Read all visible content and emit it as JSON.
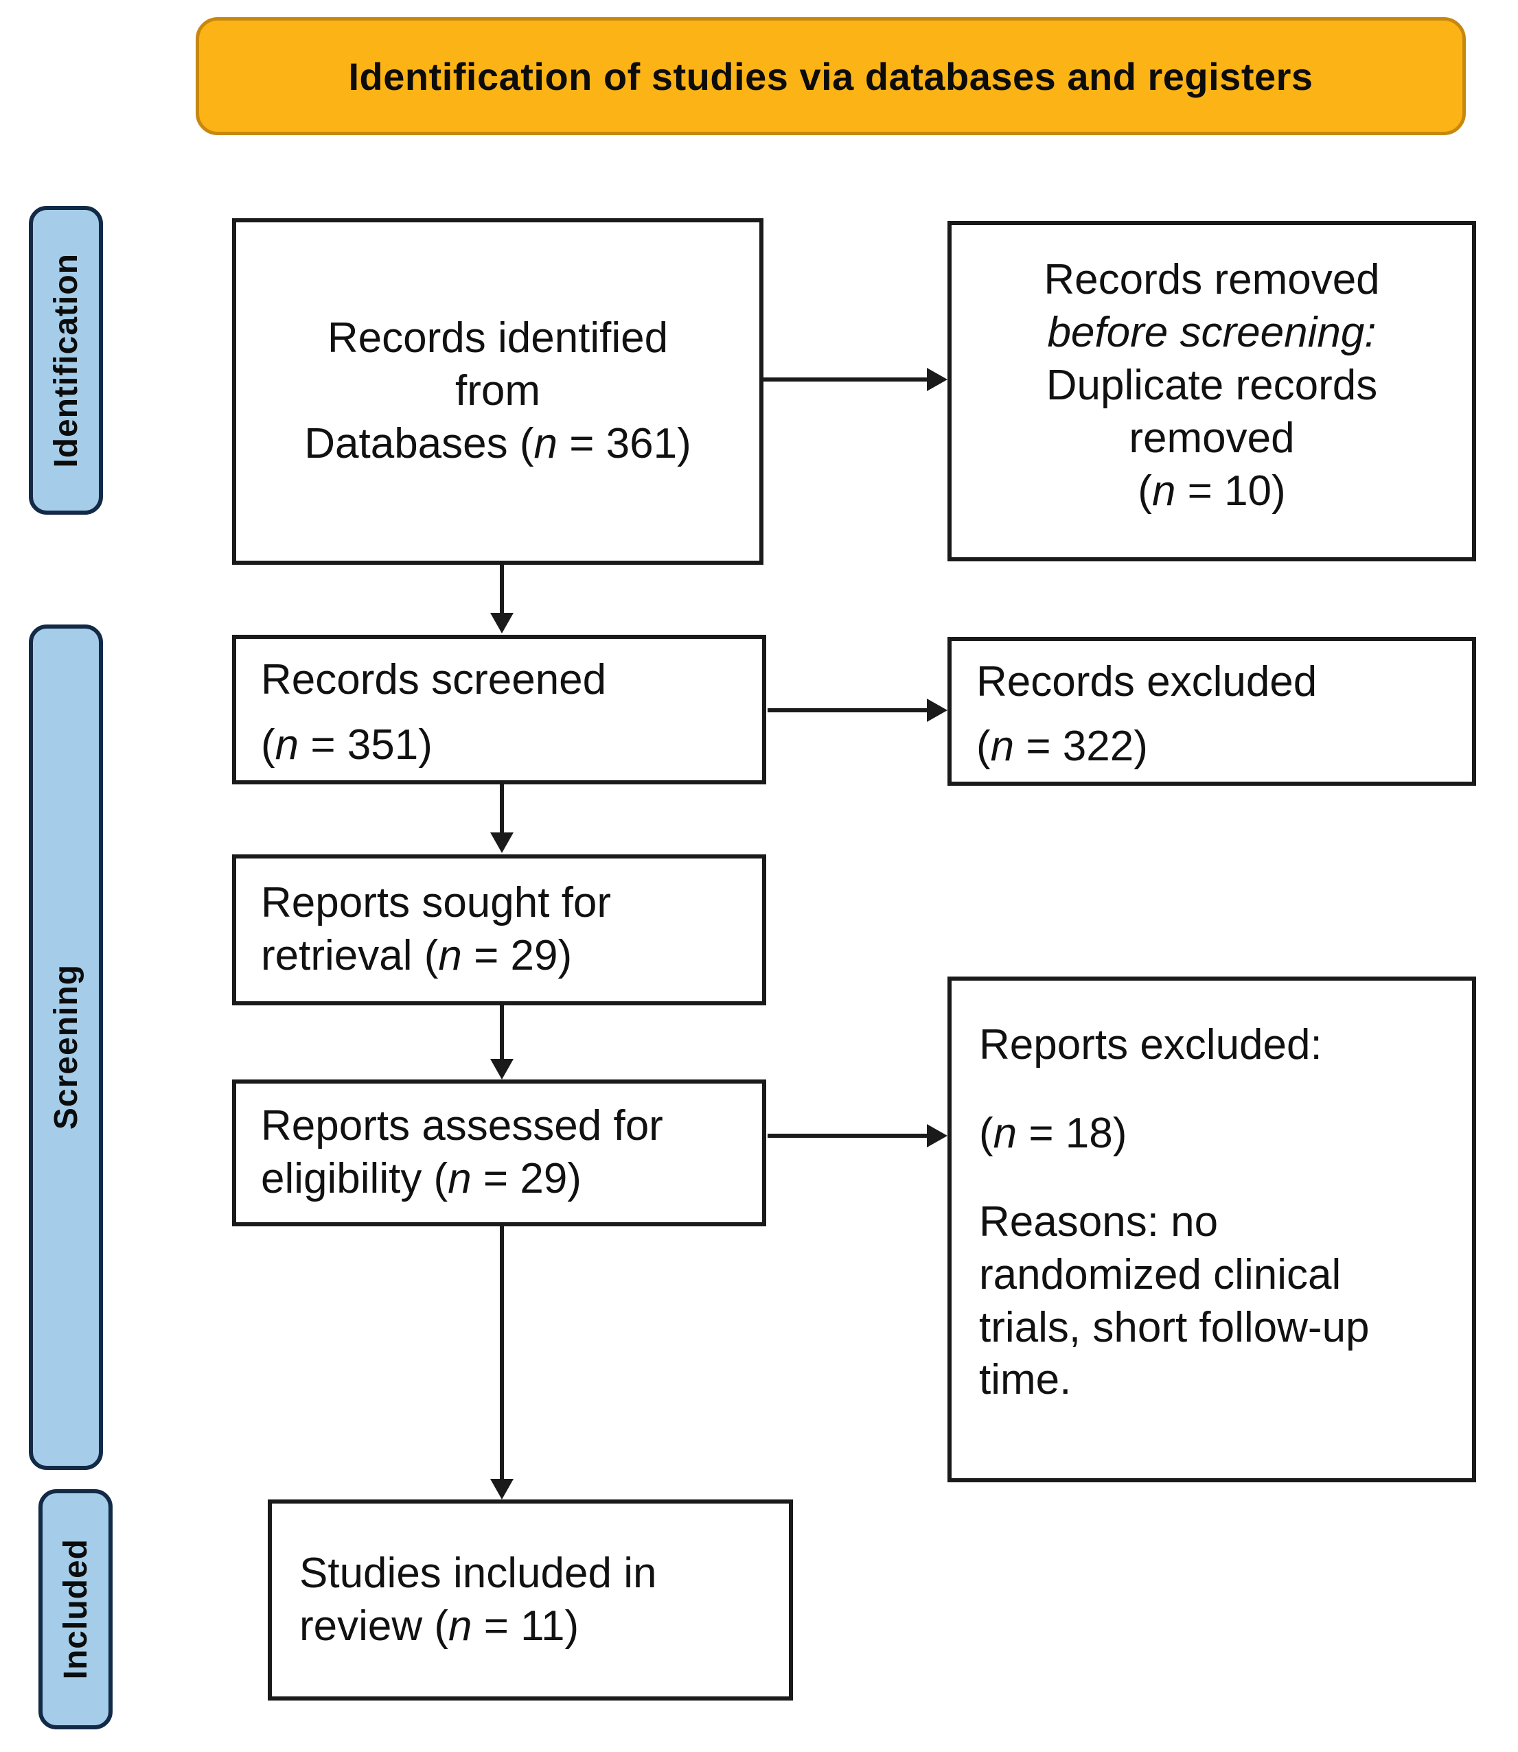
{
  "title": {
    "text": "Identification of studies via databases and registers"
  },
  "sidebar": {
    "labels": [
      {
        "id": "identification",
        "text": "Identification"
      },
      {
        "id": "screening",
        "text": "Screening"
      },
      {
        "id": "included",
        "text": "Included"
      }
    ]
  },
  "colors": {
    "banner_fill": "#FBB316",
    "banner_border": "#C8880E",
    "sidebar_fill": "#A5CDE9",
    "sidebar_border": "#132A47",
    "box_bg": "#FFFFFF",
    "box_border": "#1A1A1A",
    "arrow": "#1A1A1A",
    "text": "#111111"
  },
  "boxes": {
    "records_identified": {
      "paragraphs": [
        [
          {
            "t": "Records identified"
          },
          {
            "br": true
          },
          {
            "t": "from"
          },
          {
            "br": true
          },
          {
            "t": "Databases ("
          },
          {
            "t": "n",
            "i": true
          },
          {
            "t": " = 361)"
          }
        ]
      ]
    },
    "records_removed": {
      "paragraphs": [
        [
          {
            "t": "Records removed"
          },
          {
            "br": true
          },
          {
            "t": "before screening:",
            "i": true
          },
          {
            "br": true
          },
          {
            "t": "Duplicate records"
          },
          {
            "br": true
          },
          {
            "t": "removed"
          },
          {
            "br": true
          },
          {
            "t": "("
          },
          {
            "t": "n",
            "i": true
          },
          {
            "t": " = 10)"
          }
        ]
      ]
    },
    "records_screened": {
      "paragraphs": [
        [
          {
            "t": "Records screened"
          }
        ],
        [
          {
            "t": "("
          },
          {
            "t": "n",
            "i": true
          },
          {
            "t": " = 351)"
          }
        ]
      ]
    },
    "records_excluded": {
      "paragraphs": [
        [
          {
            "t": "Records excluded"
          }
        ],
        [
          {
            "t": "("
          },
          {
            "t": "n",
            "i": true
          },
          {
            "t": " = 322)"
          }
        ]
      ]
    },
    "reports_sought": {
      "paragraphs": [
        [
          {
            "t": "Reports sought for"
          },
          {
            "br": true
          },
          {
            "t": "retrieval ("
          },
          {
            "t": "n",
            "i": true
          },
          {
            "t": " = 29)"
          }
        ]
      ]
    },
    "reports_assessed": {
      "paragraphs": [
        [
          {
            "t": "Reports assessed for"
          },
          {
            "br": true
          },
          {
            "t": "eligibility ("
          },
          {
            "t": "n",
            "i": true
          },
          {
            "t": " = 29)"
          }
        ]
      ]
    },
    "reports_excluded": {
      "paragraphs": [
        [
          {
            "t": "Reports excluded:"
          }
        ],
        [
          {
            "t": "("
          },
          {
            "t": "n",
            "i": true
          },
          {
            "t": " = 18)"
          }
        ],
        [
          {
            "t": "Reasons: no"
          },
          {
            "br": true
          },
          {
            "t": "randomized clinical"
          },
          {
            "br": true
          },
          {
            "t": "trials, short follow-up"
          },
          {
            "br": true
          },
          {
            "t": "time."
          }
        ]
      ]
    },
    "studies_included": {
      "paragraphs": [
        [
          {
            "t": "Studies included in"
          },
          {
            "br": true
          },
          {
            "t": "review ("
          },
          {
            "t": "n",
            "i": true
          },
          {
            "t": " = 11)"
          }
        ]
      ]
    }
  }
}
